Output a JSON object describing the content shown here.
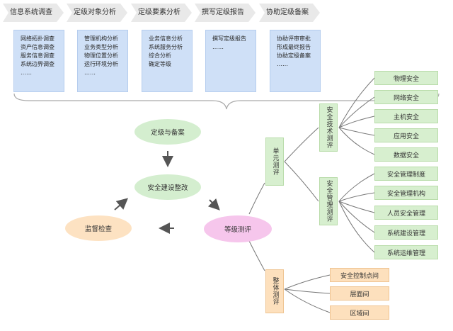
{
  "steps": [
    {
      "label": "信息系统调查",
      "items": [
        "网络拓扑调查",
        "资产信息调查",
        "服务信息调查",
        "系统边界调查",
        "……"
      ]
    },
    {
      "label": "定级对象分析",
      "items": [
        "管理机构分析",
        "业务类型分析",
        "物理位置分析",
        "运行环境分析",
        "……"
      ]
    },
    {
      "label": "定级要素分析",
      "items": [
        "业务信息分析",
        "系统服务分析",
        "综合分析",
        "确定等级"
      ]
    },
    {
      "label": "撰写定级报告",
      "items": [
        "撰写定级报告",
        "……"
      ]
    },
    {
      "label": "协助定级备案",
      "items": [
        "协助评审审批",
        "形成最终报告",
        "协助定级备案",
        "……"
      ]
    }
  ],
  "cycle": {
    "grading": "定级与备案",
    "rectify": "安全建设整改",
    "evaluation": "等级测评",
    "inspection": "监督检查"
  },
  "unit_eval": {
    "label": "单元测评",
    "tech": {
      "label": "安全技术测评",
      "items": [
        "物理安全",
        "网络安全",
        "主机安全",
        "应用安全",
        "数据安全"
      ]
    },
    "mgmt": {
      "label": "安全管理测评",
      "items": [
        "安全管理制度",
        "安全管理机构",
        "人员安全管理",
        "系统建设管理",
        "系统运维管理"
      ]
    }
  },
  "overall_eval": {
    "label": "整体测评",
    "items": [
      "安全控制点间",
      "层面间",
      "区域间"
    ]
  },
  "colors": {
    "chevron": "#e9e9e9",
    "blue_box": "#cfe0f7",
    "green": "#d4eecf",
    "orange": "#fde2c2",
    "pink": "#f6c6ec",
    "arrow": "#555555"
  }
}
